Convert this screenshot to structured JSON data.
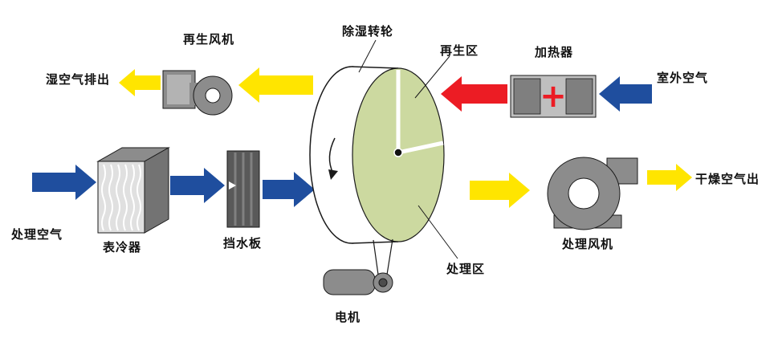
{
  "diagram": {
    "labels": {
      "wet_air_out": "湿空气排出",
      "regen_fan": "再生风机",
      "wheel": "除湿转轮",
      "regen_zone": "再生区",
      "heater": "加热器",
      "outdoor_air": "室外空气",
      "process_air": "处理空气",
      "cooler": "表冷器",
      "baffle": "挡水板",
      "process_zone": "处理区",
      "motor": "电机",
      "process_fan": "处理风机",
      "dry_air_out": "干燥空气出"
    },
    "heater_symbol": "+",
    "colors": {
      "blue": "#1F4E9E",
      "yellow": "#FFE500",
      "red": "#EC1C24",
      "wheel_face": "#CCD9A0",
      "gray": "#8C8C8C",
      "gray_dark": "#595959",
      "gray_light": "#BFBFBF"
    }
  }
}
